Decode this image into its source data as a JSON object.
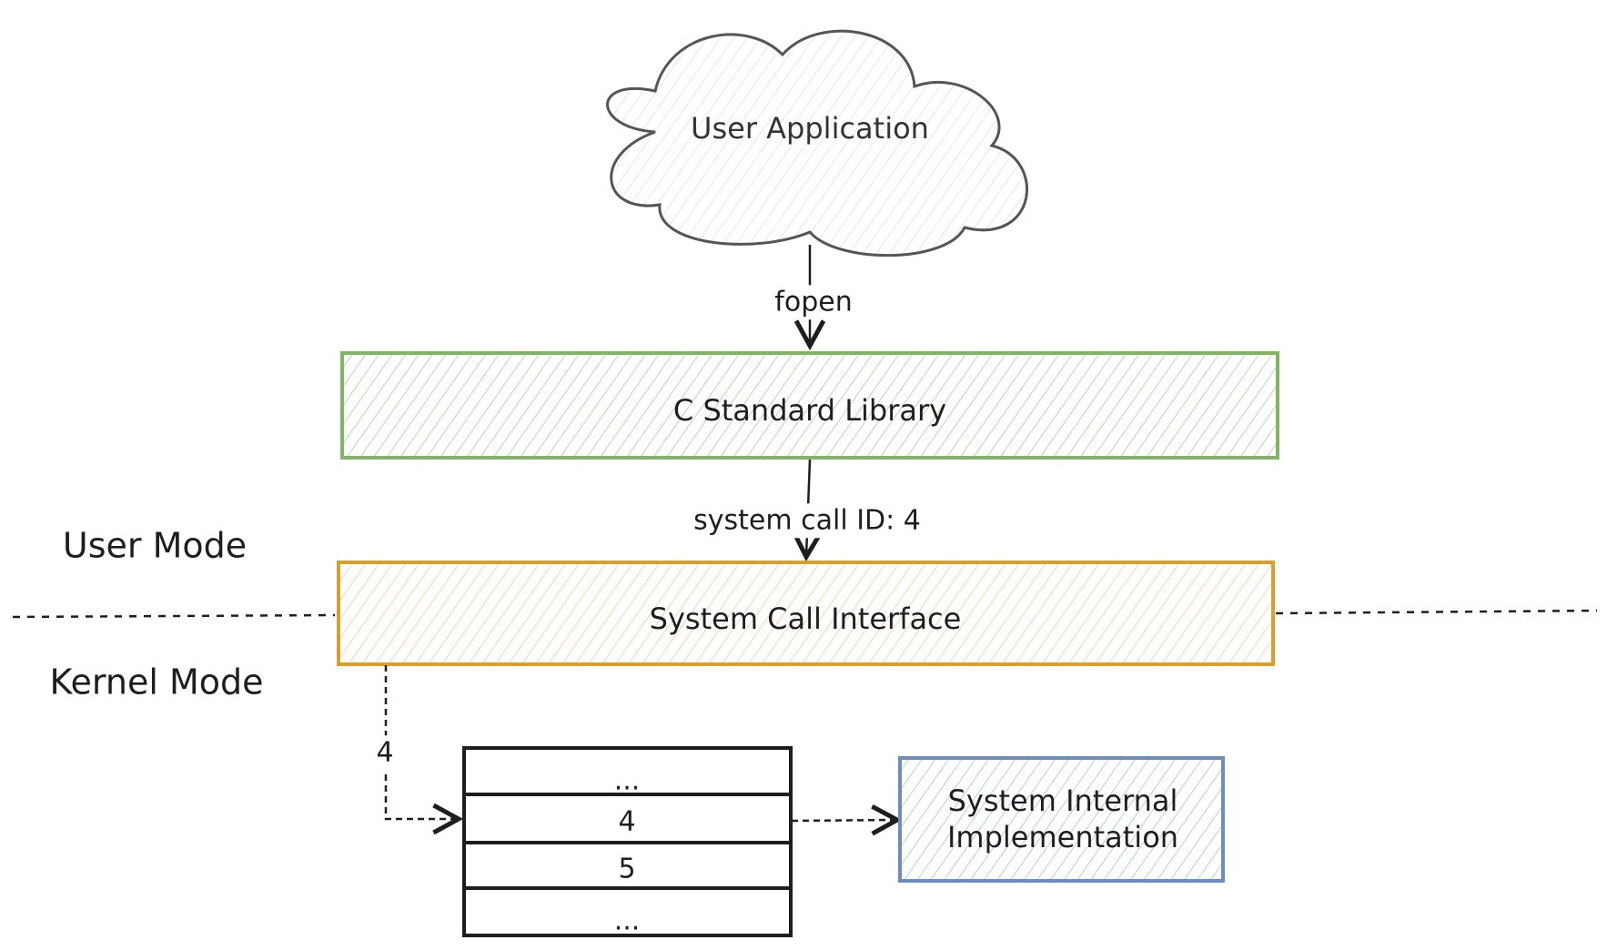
{
  "nodes": {
    "user_application": "User Application",
    "c_standard_library": "C Standard Library",
    "system_call_interface": "System Call Interface",
    "system_internal_implementation_line1": "System Internal",
    "system_internal_implementation_line2": "Implementation"
  },
  "edges": {
    "fopen": "fopen",
    "system_call_id": "system call ID: 4",
    "lookup_index": "4"
  },
  "modes": {
    "user": "User Mode",
    "kernel": "Kernel Mode"
  },
  "syscall_table": [
    "...",
    "4",
    "5",
    "..."
  ],
  "colors": {
    "cloud_stroke": "#555555",
    "library_stroke": "#82b366",
    "library_fill": "#d5e8d4",
    "interface_stroke": "#d6a02a",
    "interface_fill": "#ffe6cc",
    "internal_stroke": "#6c8ebf",
    "internal_fill": "#dae8fc"
  }
}
